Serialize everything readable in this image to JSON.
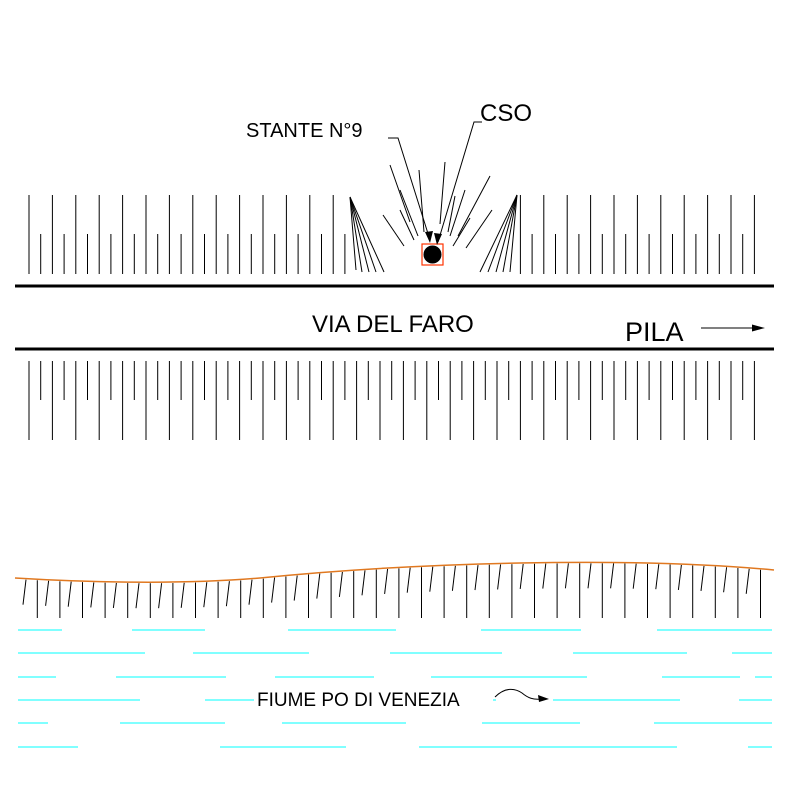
{
  "labels": {
    "stante": "STANTE N°9",
    "cso": "CSO",
    "road": "VIA DEL FARO",
    "direction": "PILA",
    "river": "FIUME PO DI VENEZIA"
  },
  "colors": {
    "ink": "#000000",
    "background": "#ffffff",
    "water": "#00ffff",
    "bank": "#e07820",
    "cso_marker": "#ff3300"
  },
  "icons": {
    "direction_arrow": "right-arrow-icon",
    "flow_arrow": "flow-arrow-icon",
    "cso_marker": "manhole-icon"
  }
}
